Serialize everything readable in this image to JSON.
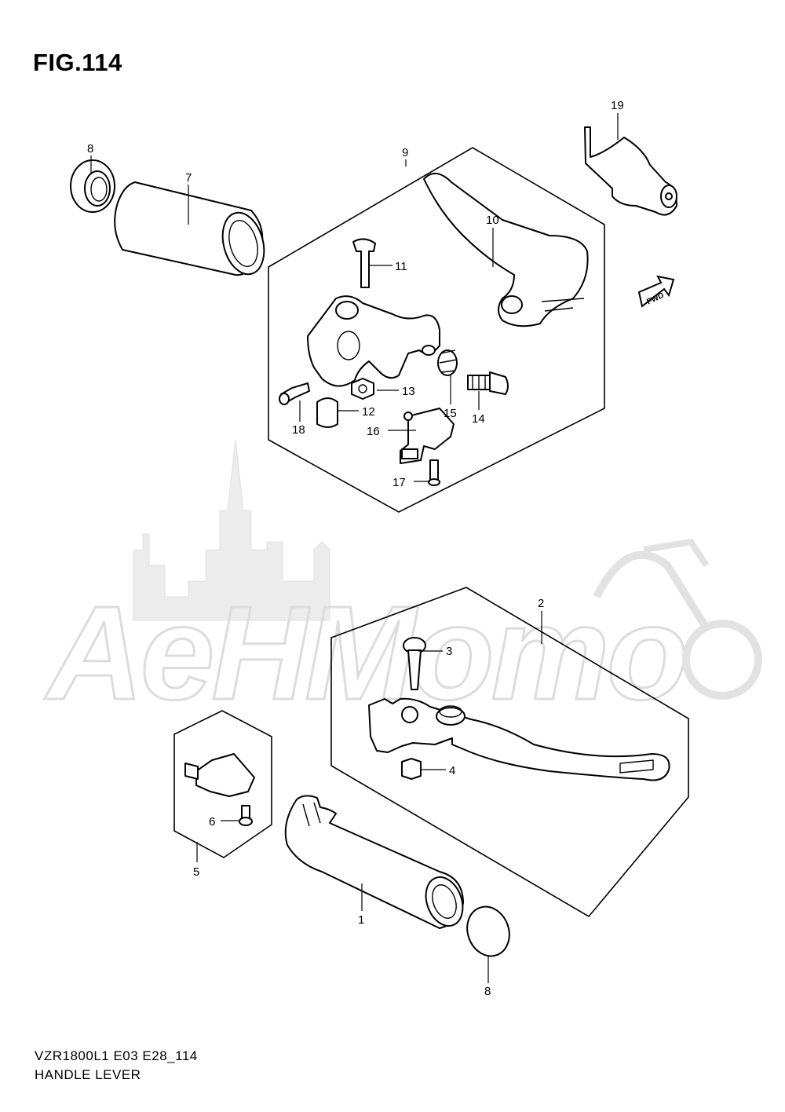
{
  "figure": {
    "title": "FIG.114"
  },
  "footer": {
    "model_code": "VZR1800L1 E03 E28_114",
    "diagram_name": "HANDLE LEVER"
  },
  "direction_badge": {
    "label": "FWD"
  },
  "callouts": {
    "c1": "1",
    "c2": "2",
    "c3": "3",
    "c4": "4",
    "c5": "5",
    "c6": "6",
    "c7": "7",
    "c8a": "8",
    "c8b": "8",
    "c9": "9",
    "c10": "10",
    "c11": "11",
    "c12": "12",
    "c13": "13",
    "c14": "14",
    "c15": "15",
    "c16": "16",
    "c17": "17",
    "c18": "18",
    "c19": "19"
  },
  "watermark": {
    "text": "AeHMomo"
  }
}
